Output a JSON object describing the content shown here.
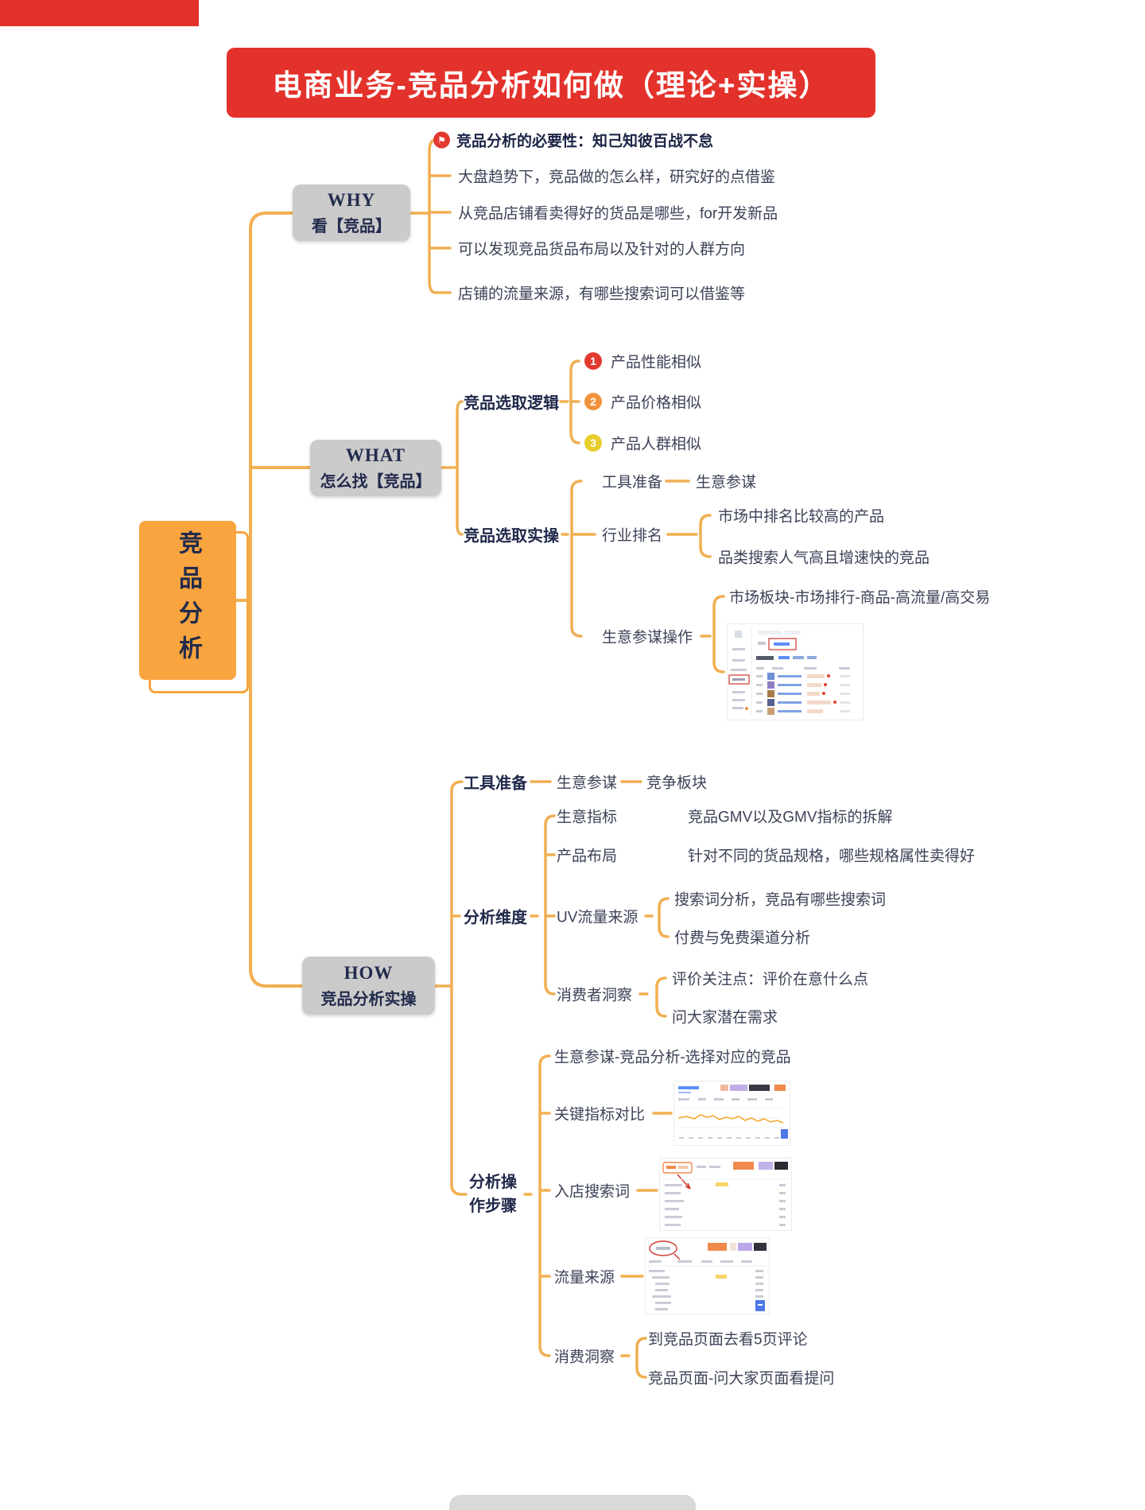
{
  "title": "电商业务-竞品分析如何做（理论+实操）",
  "root_label": "竞品分析",
  "colors": {
    "banner_red": "#E3322B",
    "root_orange": "#F8A43F",
    "connector_orange": "#F1AF52",
    "topic_box_gray": "#CBCBCB",
    "text_dark_navy": "#20294A",
    "number1_red": "#E2392E",
    "number2_orange": "#F0913B",
    "number3_yellow": "#E8CE2C"
  },
  "why": {
    "title1": "WHY",
    "title2": "看【竞品】",
    "badge_icon": "flag-icon",
    "badge_glyph": "⚑",
    "items": [
      "竞品分析的必要性：知己知彼百战不怠",
      "大盘趋势下，竞品做的怎么样，研究好的点借鉴",
      "从竞品店铺看卖得好的货品是哪些，for开发新品",
      "可以发现竞品货品布局以及针对的人群方向",
      "店铺的流量来源，有哪些搜索词可以借鉴等"
    ]
  },
  "what": {
    "title1": "WHAT",
    "title2": "怎么找【竞品】",
    "logic": {
      "label": "竞品选取逻辑",
      "items": [
        {
          "num": "1",
          "text": "产品性能相似"
        },
        {
          "num": "2",
          "text": "产品价格相似"
        },
        {
          "num": "3",
          "text": "产品人群相似"
        }
      ]
    },
    "practice": {
      "label": "竞品选取实操",
      "tool_label": "工具准备",
      "tool_value": "生意参谋",
      "rank_label": "行业排名",
      "rank_items": [
        "市场中排名比较高的产品",
        "品类搜索人气高且增速快的竞品"
      ],
      "op_label": "生意参谋操作",
      "op_value": "市场板块-市场排行-商品-高流量/高交易",
      "op_screenshot": "sycm-market-ranking-screenshot"
    }
  },
  "how": {
    "title1": "HOW",
    "title2": "竞品分析实操",
    "tool": {
      "label": "工具准备",
      "value1": "生意参谋",
      "value2": "竞争板块"
    },
    "dim": {
      "label": "分析维度",
      "biz_label": "生意指标",
      "biz_value": "竞品GMV以及GMV指标的拆解",
      "product_label": "产品布局",
      "product_value": "针对不同的货品规格，哪些规格属性卖得好",
      "uv_label": "UV流量来源",
      "uv_items": [
        "搜索词分析，竞品有哪些搜索词",
        "付费与免费渠道分析"
      ],
      "consumer_label": "消费者洞察",
      "consumer_items": [
        "评价关注点：评价在意什么点",
        "问大家潜在需求"
      ]
    },
    "steps": {
      "label": "分析操作步骤",
      "items": [
        "生意参谋-竞品分析-选择对应的竞品",
        "关键指标对比",
        "入店搜索词",
        "流量来源",
        "消费洞察"
      ],
      "consumer_items": [
        "到竞品页面去看5页评论",
        "竞品页面-问大家页面看提问"
      ],
      "screenshots": [
        "kpi-compare-chart-screenshot",
        "store-search-terms-screenshot",
        "traffic-source-screenshot"
      ]
    }
  }
}
